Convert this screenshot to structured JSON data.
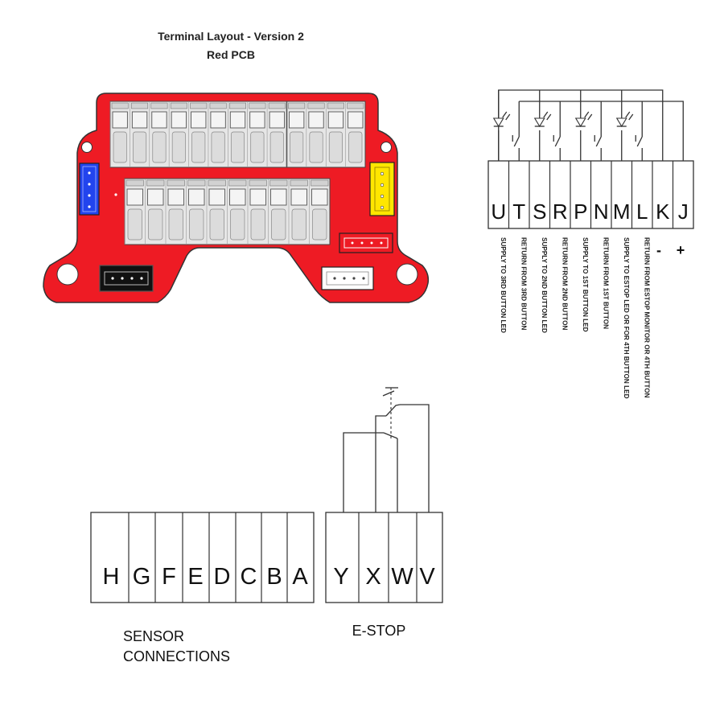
{
  "title": {
    "line1": "Terminal  Layout - Version 2",
    "line2": "Red  PCB"
  },
  "colors": {
    "pcb": "#ee1b24",
    "pcb_outline": "#333333",
    "connector_blue": "#2244ee",
    "connector_yellow": "#ffe600",
    "connector_black": "#111111",
    "terminal_fill": "#e6e6e6"
  },
  "right_block": {
    "terminals": [
      "U",
      "T",
      "S",
      "R",
      "P",
      "N",
      "M",
      "L",
      "K",
      "J"
    ],
    "descriptions": [
      "SUPPLY TO 3RD BUTTON LED",
      "RETURN FROM 3RD BUTTON",
      "SUPPLY TO 2ND BUTTON LED",
      "RETURN FROM 2ND BUTTON",
      "SUPPLY TO 1ST BUTTON LED",
      "RETURN FROM 1ST BUTTON",
      "SUPPLY TO ESTOP LED OR FOR 4TH BUTTON LED",
      "RETURN FROM ESTOP MONITOR OR 4TH BUTTON"
    ],
    "minus": "-",
    "plus": "+"
  },
  "sensor_block": {
    "terminals": [
      "H",
      "G",
      "F",
      "E",
      "D",
      "C",
      "B",
      "A"
    ],
    "caption_line1": "SENSOR",
    "caption_line2": "CONNECTIONS"
  },
  "estop_block": {
    "terminals": [
      "Y",
      "X",
      "W",
      "V"
    ],
    "caption": "E-STOP"
  }
}
